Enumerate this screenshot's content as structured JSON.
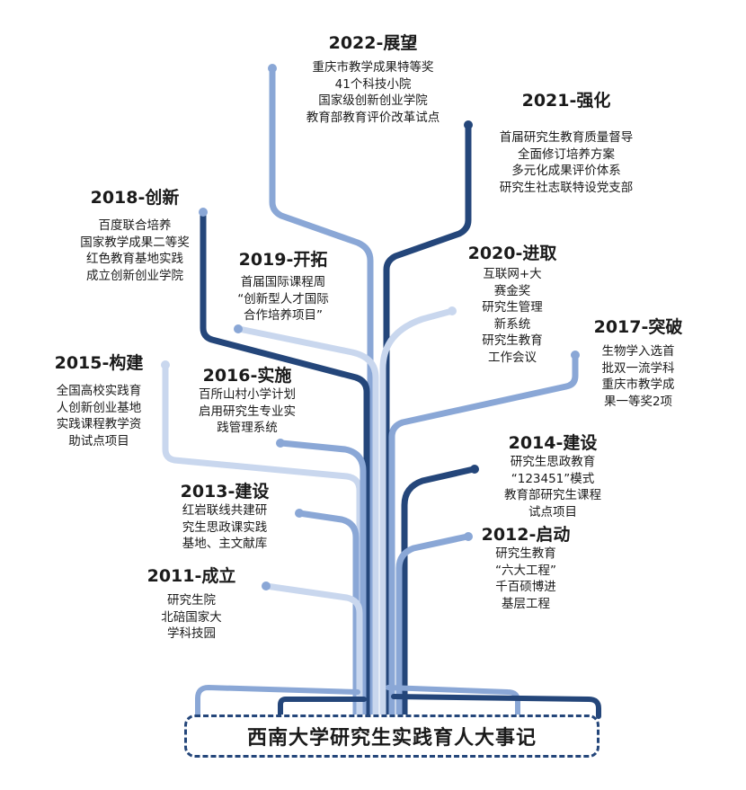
{
  "events": [
    {
      "id": "y2022",
      "title": "2022-展望",
      "lines": [
        "重庆市教学成果特等奖",
        "41个科技小院",
        "国家级创新创业学院",
        "教育部教育评价改革试点"
      ]
    },
    {
      "id": "y2021",
      "title": "2021-强化",
      "lines": [
        "首届研究生教育质量督导",
        "全面修订培养方案",
        "多元化成果评价体系",
        "研究生社志联特设党支部"
      ]
    },
    {
      "id": "y2018",
      "title": "2018-创新",
      "lines": [
        "百度联合培养",
        "国家教学成果二等奖",
        "红色教育基地实践",
        "成立创新创业学院"
      ]
    },
    {
      "id": "y2019",
      "title": "2019-开拓",
      "lines": [
        "首届国际课程周",
        "“创新型人才国际",
        "合作培养项目”"
      ]
    },
    {
      "id": "y2020",
      "title": "2020-进取",
      "lines": [
        "互联网+大",
        "赛金奖",
        "研究生管理",
        "新系统",
        "研究生教育",
        "工作会议"
      ]
    },
    {
      "id": "y2017",
      "title": "2017-突破",
      "lines": [
        "生物学入选首",
        "批双一流学科",
        "重庆市教学成",
        "果一等奖2项"
      ]
    },
    {
      "id": "y2015",
      "title": "2015-构建",
      "lines": [
        "全国高校实践育",
        "人创新创业基地",
        "实践课程教学资",
        "助试点项目"
      ]
    },
    {
      "id": "y2016",
      "title": "2016-实施",
      "lines": [
        "百所山村小学计划",
        "启用研究生专业实",
        "践管理系统"
      ]
    },
    {
      "id": "y2014",
      "title": "2014-建设",
      "lines": [
        "研究生思政教育",
        "“123451”模式",
        "教育部研究生课程",
        "试点项目"
      ]
    },
    {
      "id": "y2013",
      "title": "2013-建设",
      "lines": [
        "红岩联线共建研",
        "究生思政课实践",
        "基地、主文献库"
      ]
    },
    {
      "id": "y2012",
      "title": "2012-启动",
      "lines": [
        "研究生教育",
        "“六大工程”",
        "千百硕博进",
        "基层工程"
      ]
    },
    {
      "id": "y2011",
      "title": "2011-成立",
      "lines": [
        "研究生院",
        "北碚国家大",
        "学科技园"
      ]
    }
  ],
  "banner": "西南大学研究生实践育人大事记",
  "colors": {
    "dark": "#24467a",
    "mid": "#8aa7d6",
    "light": "#c9d7ee",
    "text": "#1a1a1a"
  }
}
